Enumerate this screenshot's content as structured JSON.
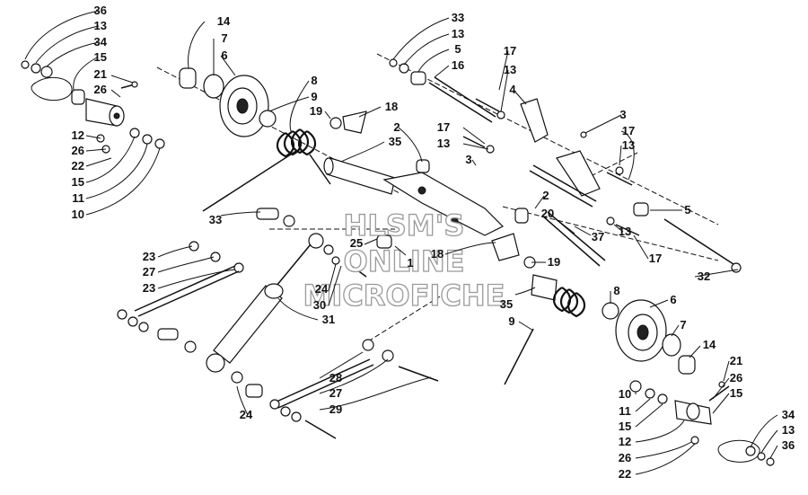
{
  "watermark": {
    "line1": "HLSM'S",
    "line2": "ONLINE",
    "line3": "MICROFICHE"
  },
  "callouts": [
    {
      "id": "36",
      "text": "36"
    },
    {
      "id": "13",
      "text": "13"
    },
    {
      "id": "34",
      "text": "34"
    },
    {
      "id": "15",
      "text": "15"
    },
    {
      "id": "21",
      "text": "21"
    },
    {
      "id": "26",
      "text": "26"
    },
    {
      "id": "12",
      "text": "12"
    },
    {
      "id": "26",
      "text": "26"
    },
    {
      "id": "22",
      "text": "22"
    },
    {
      "id": "15",
      "text": "15"
    },
    {
      "id": "11",
      "text": "11"
    },
    {
      "id": "10",
      "text": "10"
    },
    {
      "id": "14",
      "text": "14"
    },
    {
      "id": "7",
      "text": "7"
    },
    {
      "id": "6",
      "text": "6"
    },
    {
      "id": "8",
      "text": "8"
    },
    {
      "id": "9",
      "text": "9"
    },
    {
      "id": "19",
      "text": "19"
    },
    {
      "id": "18",
      "text": "18"
    },
    {
      "id": "35",
      "text": "35"
    },
    {
      "id": "2",
      "text": "2"
    },
    {
      "id": "33",
      "text": "33"
    },
    {
      "id": "13",
      "text": "13"
    },
    {
      "id": "5",
      "text": "5"
    },
    {
      "id": "16",
      "text": "16"
    },
    {
      "id": "17",
      "text": "17"
    },
    {
      "id": "13",
      "text": "13"
    },
    {
      "id": "4",
      "text": "4"
    },
    {
      "id": "3",
      "text": "3"
    },
    {
      "id": "17",
      "text": "17"
    },
    {
      "id": "13",
      "text": "13"
    },
    {
      "id": "17",
      "text": "17"
    },
    {
      "id": "13",
      "text": "13"
    },
    {
      "id": "3",
      "text": "3"
    },
    {
      "id": "2",
      "text": "2"
    },
    {
      "id": "20",
      "text": "20"
    },
    {
      "id": "5",
      "text": "5"
    },
    {
      "id": "37",
      "text": "37"
    },
    {
      "id": "13",
      "text": "13"
    },
    {
      "id": "17",
      "text": "17"
    },
    {
      "id": "32",
      "text": "32"
    },
    {
      "id": "33",
      "text": "33"
    },
    {
      "id": "25",
      "text": "25"
    },
    {
      "id": "1",
      "text": "1"
    },
    {
      "id": "19",
      "text": "19"
    },
    {
      "id": "18",
      "text": "18"
    },
    {
      "id": "23",
      "text": "23"
    },
    {
      "id": "27",
      "text": "27"
    },
    {
      "id": "23",
      "text": "23"
    },
    {
      "id": "24",
      "text": "24"
    },
    {
      "id": "30",
      "text": "30"
    },
    {
      "id": "31",
      "text": "31"
    },
    {
      "id": "35",
      "text": "35"
    },
    {
      "id": "8",
      "text": "8"
    },
    {
      "id": "9",
      "text": "9"
    },
    {
      "id": "6",
      "text": "6"
    },
    {
      "id": "7",
      "text": "7"
    },
    {
      "id": "14",
      "text": "14"
    },
    {
      "id": "28",
      "text": "28"
    },
    {
      "id": "27",
      "text": "27"
    },
    {
      "id": "29",
      "text": "29"
    },
    {
      "id": "24",
      "text": "24"
    },
    {
      "id": "21",
      "text": "21"
    },
    {
      "id": "26",
      "text": "26"
    },
    {
      "id": "15",
      "text": "15"
    },
    {
      "id": "10",
      "text": "10"
    },
    {
      "id": "11",
      "text": "11"
    },
    {
      "id": "15",
      "text": "15"
    },
    {
      "id": "12",
      "text": "12"
    },
    {
      "id": "26",
      "text": "26"
    },
    {
      "id": "22",
      "text": "22"
    },
    {
      "id": "34",
      "text": "34"
    },
    {
      "id": "13",
      "text": "13"
    },
    {
      "id": "36",
      "text": "36"
    }
  ]
}
